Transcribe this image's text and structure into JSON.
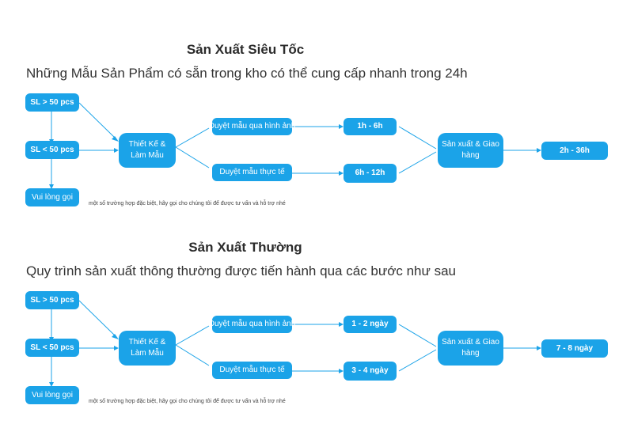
{
  "colors": {
    "node": "#1ba3e8",
    "line": "#1ba3e8",
    "text": "#333333"
  },
  "sections": [
    {
      "title": "Sản Xuất Siêu Tốc",
      "subtitle": "Những Mẫu Sản Phẩm có sẵn trong kho có thể cung cấp nhanh trong 24h",
      "nodes": {
        "sl_over_50": "SL > 50 pcs",
        "sl_under_50": "SL < 50 pcs",
        "call": "Vui lòng gọi",
        "design": "Thiết Kế & Làm Mẫu",
        "image_review": "Duyệt mẫu qua hình ảnh",
        "real_review": "Duyệt mẫu thực tế",
        "time_image": "1h - 6h",
        "time_real": "6h - 12h",
        "production": "Sản xuất & Giao hàng",
        "total_time": "2h - 36h"
      },
      "note": "một số trường hợp đặc biệt, hãy gọi cho chúng tôi để được tư vấn và hỗ trợ nhé"
    },
    {
      "title": "Sản Xuất Thường",
      "subtitle": "Quy trình sản xuất thông thường được tiến hành qua các bước như sau",
      "nodes": {
        "sl_over_50": "SL > 50 pcs",
        "sl_under_50": "SL < 50 pcs",
        "call": "Vui lòng gọi",
        "design": "Thiết Kế & Làm Mẫu",
        "image_review": "Duyệt mẫu qua hình ảnh",
        "real_review": "Duyệt mẫu thực tế",
        "time_image": "1 - 2 ngày",
        "time_real": "3 - 4 ngày",
        "production": "Sản xuất & Giao hàng",
        "total_time": "7 - 8 ngày"
      },
      "note": "một số trường hợp đặc biệt, hãy gọi cho chúng tôi để được tư vấn và hỗ trợ nhé"
    }
  ]
}
